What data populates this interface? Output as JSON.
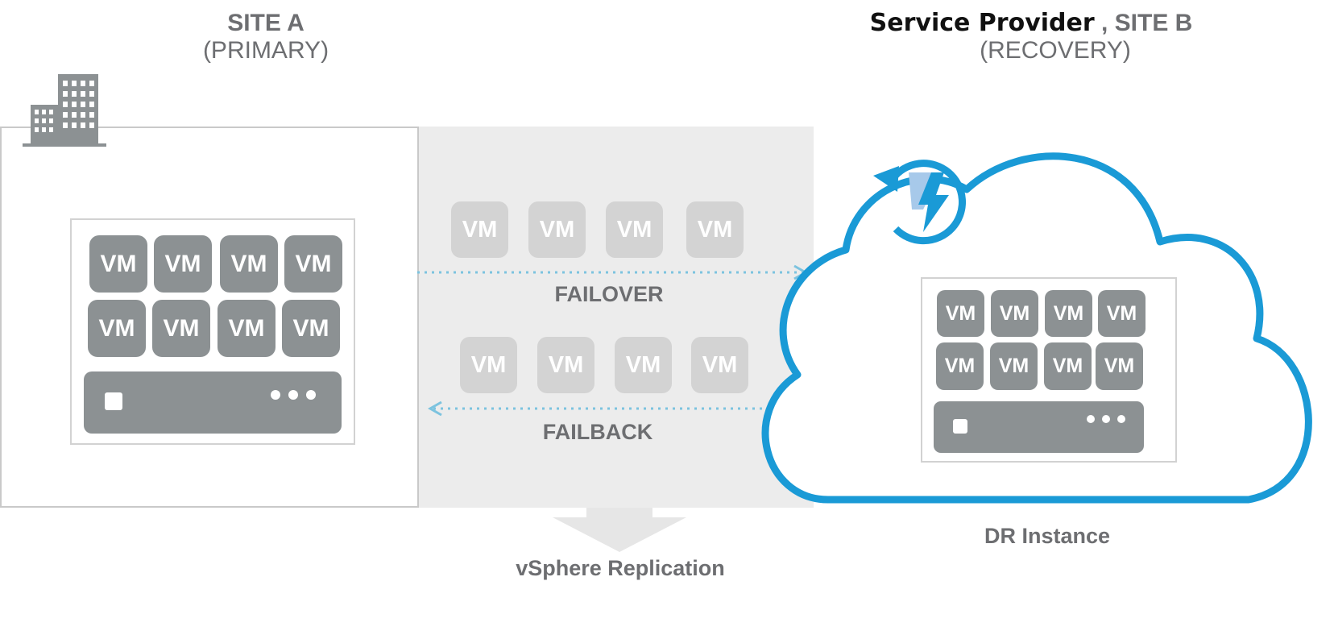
{
  "site_a": {
    "title": "SITE A",
    "subtitle": "(PRIMARY)",
    "vms": [
      "VM",
      "VM",
      "VM",
      "VM",
      "VM",
      "VM",
      "VM",
      "VM"
    ]
  },
  "site_b": {
    "provider": "Service Provider",
    "separator": " , ",
    "title": "SITE B",
    "subtitle": "(RECOVERY)",
    "vms": [
      "VM",
      "VM",
      "VM",
      "VM",
      "VM",
      "VM",
      "VM",
      "VM"
    ],
    "cloud_label": "DR Instance"
  },
  "replication": {
    "failover_label": "FAILOVER",
    "failback_label": "FAILBACK",
    "failover_vms": [
      "VM",
      "VM",
      "VM",
      "VM"
    ],
    "failback_vms": [
      "VM",
      "VM",
      "VM",
      "VM"
    ],
    "footer_label": "vSphere Replication"
  },
  "icons": {
    "building": "building-icon",
    "cloud": "cloud-icon",
    "recovery": "refresh-lightning-icon",
    "server": "server-icon"
  },
  "colors": {
    "vm_dark": "#8c9193",
    "vm_light": "#d3d3d3",
    "cloud_blue": "#1a9ad6",
    "arrow_dotted": "#7cc3df",
    "text_gray": "#6d6e71"
  }
}
